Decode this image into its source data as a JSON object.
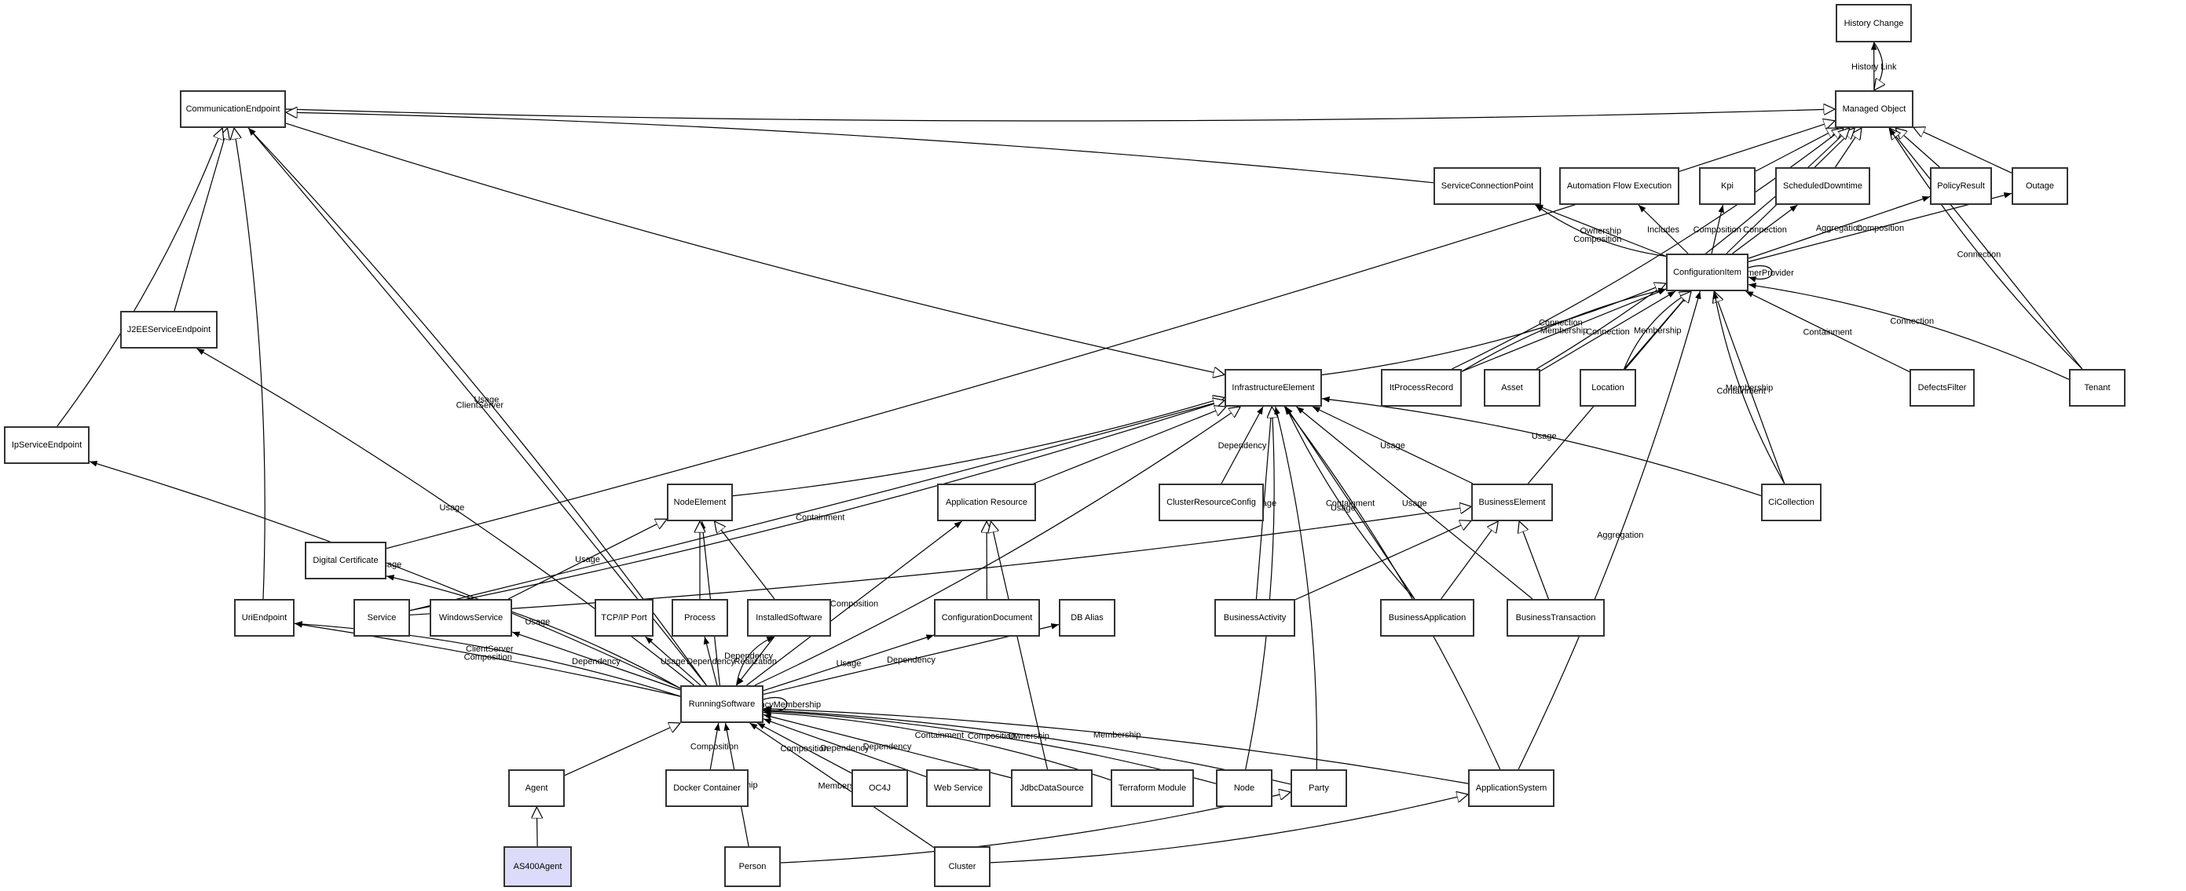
{
  "title": "Configuration Item Class Model",
  "highlight_color": "#dcdcfa",
  "nodes": [
    {
      "id": "HistoryChange",
      "label": "History Change"
    },
    {
      "id": "ManagedObject",
      "label": "Managed Object"
    },
    {
      "id": "CommunicationEndpoint",
      "label": "CommunicationEndpoint"
    },
    {
      "id": "ServiceConnectionPoint",
      "label": "ServiceConnectionPoint"
    },
    {
      "id": "AutomationFlowExecution",
      "label": "Automation Flow Execution"
    },
    {
      "id": "Kpi",
      "label": "Kpi"
    },
    {
      "id": "ScheduledDowntime",
      "label": "ScheduledDowntime"
    },
    {
      "id": "PolicyResult",
      "label": "PolicyResult"
    },
    {
      "id": "Outage",
      "label": "Outage"
    },
    {
      "id": "ConfigurationItem",
      "label": "ConfigurationItem"
    },
    {
      "id": "J2EEServiceEndpoint",
      "label": "J2EEServiceEndpoint"
    },
    {
      "id": "InfrastructureElement",
      "label": "InfrastructureElement"
    },
    {
      "id": "ItProcessRecord",
      "label": "ItProcessRecord"
    },
    {
      "id": "Asset",
      "label": "Asset"
    },
    {
      "id": "Location",
      "label": "Location"
    },
    {
      "id": "DefectsFilter",
      "label": "DefectsFilter"
    },
    {
      "id": "Tenant",
      "label": "Tenant"
    },
    {
      "id": "IpServiceEndpoint",
      "label": "IpServiceEndpoint"
    },
    {
      "id": "NodeElement",
      "label": "NodeElement"
    },
    {
      "id": "ApplicationResource",
      "label": "Application Resource"
    },
    {
      "id": "ClusterResourceConfig",
      "label": "ClusterResourceConfig"
    },
    {
      "id": "BusinessElement",
      "label": "BusinessElement"
    },
    {
      "id": "CiCollection",
      "label": "CiCollection"
    },
    {
      "id": "DigitalCertificate",
      "label": "Digital Certificate"
    },
    {
      "id": "UriEndpoint",
      "label": "UriEndpoint"
    },
    {
      "id": "Service",
      "label": "Service"
    },
    {
      "id": "WindowsService",
      "label": "WindowsService"
    },
    {
      "id": "TcpIpPort",
      "label": "TCP/IP Port"
    },
    {
      "id": "Process",
      "label": "Process"
    },
    {
      "id": "InstalledSoftware",
      "label": "InstalledSoftware"
    },
    {
      "id": "ConfigurationDocument",
      "label": "ConfigurationDocument"
    },
    {
      "id": "DBAlias",
      "label": "DB Alias"
    },
    {
      "id": "BusinessActivity",
      "label": "BusinessActivity"
    },
    {
      "id": "BusinessApplication",
      "label": "BusinessApplication"
    },
    {
      "id": "BusinessTransaction",
      "label": "BusinessTransaction"
    },
    {
      "id": "RunningSoftware",
      "label": "RunningSoftware"
    },
    {
      "id": "Agent",
      "label": "Agent"
    },
    {
      "id": "DockerContainer",
      "label": "Docker Container"
    },
    {
      "id": "OC4J",
      "label": "OC4J"
    },
    {
      "id": "WebService",
      "label": "Web Service"
    },
    {
      "id": "JdbcDataSource",
      "label": "JdbcDataSource"
    },
    {
      "id": "TerraformModule",
      "label": "Terraform Module"
    },
    {
      "id": "Node",
      "label": "Node"
    },
    {
      "id": "Party",
      "label": "Party"
    },
    {
      "id": "ApplicationSystem",
      "label": "ApplicationSystem"
    },
    {
      "id": "AS400Agent",
      "label": "AS400Agent",
      "highlight": true
    },
    {
      "id": "Person",
      "label": "Person"
    },
    {
      "id": "Cluster",
      "label": "Cluster"
    }
  ],
  "edges": [
    {
      "from": "ManagedObject",
      "to": "HistoryChange",
      "type": "association",
      "label": "History Link"
    },
    {
      "from": "HistoryChange",
      "to": "ManagedObject",
      "type": "inheritance",
      "label": ""
    },
    {
      "from": "CommunicationEndpoint",
      "to": "ManagedObject",
      "type": "inheritance",
      "label": ""
    },
    {
      "from": "CommunicationEndpoint",
      "to": "InfrastructureElement",
      "type": "inheritance",
      "label": ""
    },
    {
      "from": "ServiceConnectionPoint",
      "to": "CommunicationEndpoint",
      "type": "inheritance",
      "label": ""
    },
    {
      "from": "DigitalCertificate",
      "to": "ManagedObject",
      "type": "inheritance",
      "label": ""
    },
    {
      "from": "Kpi",
      "to": "ManagedObject",
      "type": "inheritance",
      "label": ""
    },
    {
      "from": "ScheduledDowntime",
      "to": "ManagedObject",
      "type": "inheritance",
      "label": ""
    },
    {
      "from": "PolicyResult",
      "to": "ManagedObject",
      "type": "inheritance",
      "label": ""
    },
    {
      "from": "Outage",
      "to": "ManagedObject",
      "type": "inheritance",
      "label": ""
    },
    {
      "from": "ConfigurationItem",
      "to": "ManagedObject",
      "type": "inheritance",
      "label": ""
    },
    {
      "from": "ItProcessRecord",
      "to": "ManagedObject",
      "type": "inheritance",
      "label": ""
    },
    {
      "from": "Asset",
      "to": "ManagedObject",
      "type": "inheritance",
      "label": ""
    },
    {
      "from": "Tenant",
      "to": "ManagedObject",
      "type": "inheritance",
      "label": ""
    },
    {
      "from": "Tenant",
      "to": "ManagedObject",
      "type": "association",
      "label": "Connection"
    },
    {
      "from": "ConfigurationItem",
      "to": "ServiceConnectionPoint",
      "type": "association",
      "label": "Ownership"
    },
    {
      "from": "ConfigurationItem",
      "to": "ServiceConnectionPoint",
      "type": "association",
      "label": "Composition"
    },
    {
      "from": "ConfigurationItem",
      "to": "AutomationFlowExecution",
      "type": "association",
      "label": "Includes"
    },
    {
      "from": "ConfigurationItem",
      "to": "Kpi",
      "type": "association",
      "label": "Composition"
    },
    {
      "from": "ConfigurationItem",
      "to": "ScheduledDowntime",
      "type": "association",
      "label": "Connection"
    },
    {
      "from": "ConfigurationItem",
      "to": "PolicyResult",
      "type": "association",
      "label": "Aggregation"
    },
    {
      "from": "ConfigurationItem",
      "to": "Outage",
      "type": "association",
      "label": "Composition"
    },
    {
      "from": "ConfigurationItem",
      "to": "ConfigurationItem",
      "type": "self",
      "label": "ConsumerProvider"
    },
    {
      "from": "InfrastructureElement",
      "to": "ConfigurationItem",
      "type": "inheritance",
      "label": ""
    },
    {
      "from": "ItProcessRecord",
      "to": "ConfigurationItem",
      "type": "association",
      "label": "Membership"
    },
    {
      "from": "ItProcessRecord",
      "to": "ConfigurationItem",
      "type": "association",
      "label": "Connection"
    },
    {
      "from": "Asset",
      "to": "ConfigurationItem",
      "type": "association",
      "label": "Connection"
    },
    {
      "from": "Location",
      "to": "ConfigurationItem",
      "type": "association",
      "label": "Membership"
    },
    {
      "from": "Location",
      "to": "ConfigurationItem",
      "type": "inheritance",
      "label": ""
    },
    {
      "from": "DefectsFilter",
      "to": "ConfigurationItem",
      "type": "association",
      "label": "Containment"
    },
    {
      "from": "Tenant",
      "to": "ConfigurationItem",
      "type": "association",
      "label": "Connection"
    },
    {
      "from": "CiCollection",
      "to": "ConfigurationItem",
      "type": "inheritance",
      "label": "Membership"
    },
    {
      "from": "CiCollection",
      "to": "ConfigurationItem",
      "type": "association",
      "label": "Containment"
    },
    {
      "from": "BusinessElement",
      "to": "ConfigurationItem",
      "type": "inheritance",
      "label": ""
    },
    {
      "from": "ApplicationSystem",
      "to": "ConfigurationItem",
      "type": "association",
      "label": "Aggregation"
    },
    {
      "from": "J2EEServiceEndpoint",
      "to": "CommunicationEndpoint",
      "type": "inheritance",
      "label": ""
    },
    {
      "from": "IpServiceEndpoint",
      "to": "CommunicationEndpoint",
      "type": "inheritance",
      "label": ""
    },
    {
      "from": "UriEndpoint",
      "to": "CommunicationEndpoint",
      "type": "inheritance",
      "label": ""
    },
    {
      "from": "RunningSoftware",
      "to": "CommunicationEndpoint",
      "type": "association",
      "label": "Usage"
    },
    {
      "from": "RunningSoftware",
      "to": "CommunicationEndpoint",
      "type": "association",
      "label": "ClientServer"
    },
    {
      "from": "RunningSoftware",
      "to": "J2EEServiceEndpoint",
      "type": "association",
      "label": "Usage"
    },
    {
      "from": "RunningSoftware",
      "to": "IpServiceEndpoint",
      "type": "association",
      "label": "Usage"
    },
    {
      "from": "RunningSoftware",
      "to": "UriEndpoint",
      "type": "association",
      "label": "ClientServer"
    },
    {
      "from": "RunningSoftware",
      "to": "UriEndpoint",
      "type": "association",
      "label": "Composition"
    },
    {
      "from": "RunningSoftware",
      "to": "DigitalCertificate",
      "type": "association",
      "label": "Usage"
    },
    {
      "from": "RunningSoftware",
      "to": "WindowsService",
      "type": "association",
      "label": "Dependency"
    },
    {
      "from": "RunningSoftware",
      "to": "TcpIpPort",
      "type": "association",
      "label": "Usage"
    },
    {
      "from": "RunningSoftware",
      "to": "Process",
      "type": "association",
      "label": "Dependency"
    },
    {
      "from": "InstalledSoftware",
      "to": "RunningSoftware",
      "type": "association",
      "label": "Realization"
    },
    {
      "from": "RunningSoftware",
      "to": "InstalledSoftware",
      "type": "association",
      "label": "Dependency"
    },
    {
      "from": "RunningSoftware",
      "to": "NodeElement",
      "type": "association",
      "label": "Usage"
    },
    {
      "from": "RunningSoftware",
      "to": "ApplicationResource",
      "type": "association",
      "label": "Composition"
    },
    {
      "from": "RunningSoftware",
      "to": "ConfigurationDocument",
      "type": "association",
      "label": "Usage"
    },
    {
      "from": "RunningSoftware",
      "to": "DBAlias",
      "type": "association",
      "label": "Dependency"
    },
    {
      "from": "RunningSoftware",
      "to": "RunningSoftware",
      "type": "self",
      "label": "DependencyMembership"
    },
    {
      "from": "RunningSoftware",
      "to": "InfrastructureElement",
      "type": "inheritance",
      "label": ""
    },
    {
      "from": "NodeElement",
      "to": "InfrastructureElement",
      "type": "inheritance",
      "label": ""
    },
    {
      "from": "Service",
      "to": "InfrastructureElement",
      "type": "association",
      "label": "Containment"
    },
    {
      "from": "Service",
      "to": "InfrastructureElement",
      "type": "inheritance",
      "label": ""
    },
    {
      "from": "Service",
      "to": "BusinessElement",
      "type": "inheritance",
      "label": ""
    },
    {
      "from": "WindowsService",
      "to": "NodeElement",
      "type": "inheritance",
      "label": "Usage"
    },
    {
      "from": "Process",
      "to": "NodeElement",
      "type": "inheritance",
      "label": ""
    },
    {
      "from": "InstalledSoftware",
      "to": "NodeElement",
      "type": "inheritance",
      "label": ""
    },
    {
      "from": "ApplicationResource",
      "to": "InfrastructureElement",
      "type": "inheritance",
      "label": ""
    },
    {
      "from": "ConfigurationDocument",
      "to": "ApplicationResource",
      "type": "inheritance",
      "label": ""
    },
    {
      "from": "JdbcDataSource",
      "to": "ApplicationResource",
      "type": "inheritance",
      "label": ""
    },
    {
      "from": "ClusterResourceConfig",
      "to": "InfrastructureElement",
      "type": "association",
      "label": "Dependency"
    },
    {
      "from": "BusinessActivity",
      "to": "InfrastructureElement",
      "type": "association",
      "label": "Usage"
    },
    {
      "from": "BusinessApplication",
      "to": "InfrastructureElement",
      "type": "association",
      "label": "Containment"
    },
    {
      "from": "BusinessApplication",
      "to": "InfrastructureElement",
      "type": "association",
      "label": "Usage"
    },
    {
      "from": "BusinessElement",
      "to": "InfrastructureElement",
      "type": "association",
      "label": "Usage"
    },
    {
      "from": "BusinessTransaction",
      "to": "InfrastructureElement",
      "type": "association",
      "label": "Usage"
    },
    {
      "from": "CiCollection",
      "to": "InfrastructureElement",
      "type": "association",
      "label": "Usage"
    },
    {
      "from": "Node",
      "to": "InfrastructureElement",
      "type": "inheritance",
      "label": ""
    },
    {
      "from": "Party",
      "to": "InfrastructureElement",
      "type": "association",
      "label": ""
    },
    {
      "from": "ApplicationSystem",
      "to": "InfrastructureElement",
      "type": "association",
      "label": ""
    },
    {
      "from": "BusinessActivity",
      "to": "BusinessElement",
      "type": "inheritance",
      "label": ""
    },
    {
      "from": "BusinessApplication",
      "to": "BusinessElement",
      "type": "inheritance",
      "label": ""
    },
    {
      "from": "BusinessTransaction",
      "to": "BusinessElement",
      "type": "inheritance",
      "label": ""
    },
    {
      "from": "Agent",
      "to": "RunningSoftware",
      "type": "inheritance",
      "label": ""
    },
    {
      "from": "AS400Agent",
      "to": "Agent",
      "type": "inheritance",
      "label": ""
    },
    {
      "from": "DockerContainer",
      "to": "RunningSoftware",
      "type": "association",
      "label": "Composition"
    },
    {
      "from": "Person",
      "to": "RunningSoftware",
      "type": "association",
      "label": "Ownership"
    },
    {
      "from": "Cluster",
      "to": "RunningSoftware",
      "type": "association",
      "label": "Membership"
    },
    {
      "from": "OC4J",
      "to": "RunningSoftware",
      "type": "association",
      "label": "Composition"
    },
    {
      "from": "WebService",
      "to": "RunningSoftware",
      "type": "association",
      "label": "Dependency"
    },
    {
      "from": "JdbcDataSource",
      "to": "RunningSoftware",
      "type": "association",
      "label": "Dependency"
    },
    {
      "from": "TerraformModule",
      "to": "RunningSoftware",
      "type": "association",
      "label": "Containment"
    },
    {
      "from": "Node",
      "to": "RunningSoftware",
      "type": "association",
      "label": "Composition"
    },
    {
      "from": "Party",
      "to": "RunningSoftware",
      "type": "association",
      "label": "Ownership"
    },
    {
      "from": "ApplicationSystem",
      "to": "RunningSoftware",
      "type": "association",
      "label": "Membership"
    },
    {
      "from": "Person",
      "to": "Party",
      "type": "inheritance",
      "label": ""
    },
    {
      "from": "Cluster",
      "to": "ApplicationSystem",
      "type": "inheritance",
      "label": ""
    }
  ]
}
